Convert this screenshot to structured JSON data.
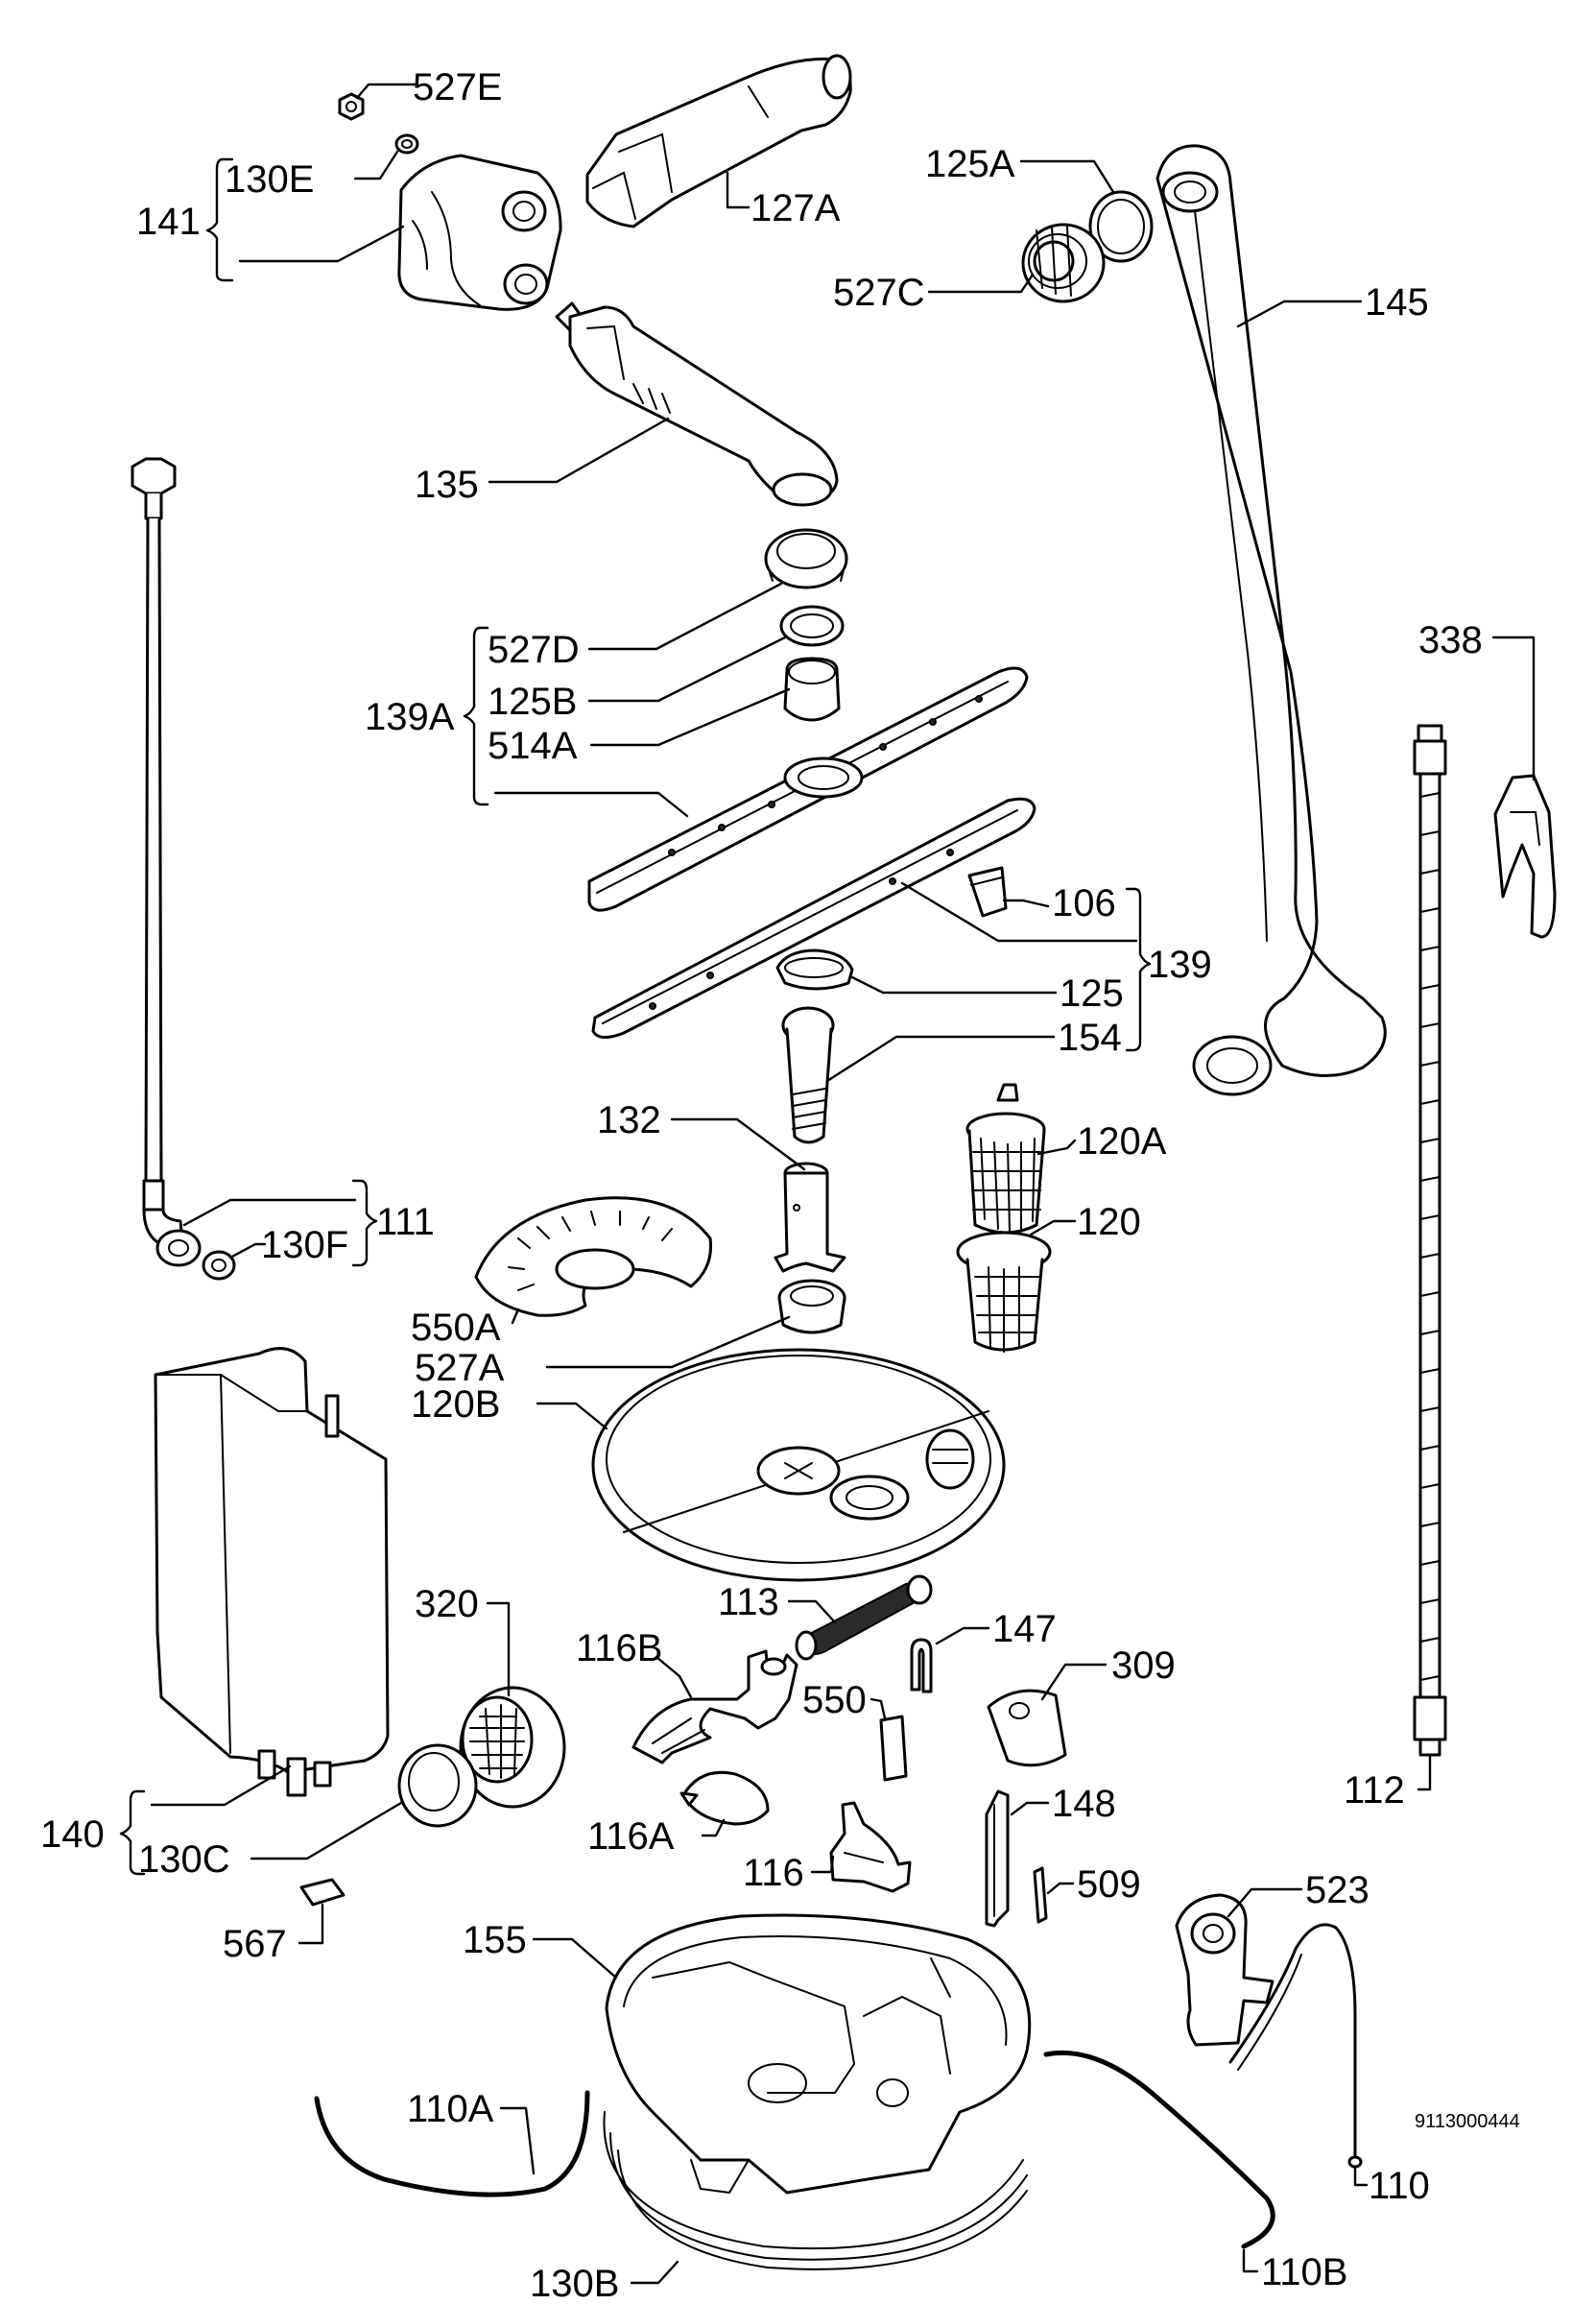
{
  "diagram": {
    "code": "9113000444",
    "labels": {
      "p527e": "527E",
      "p130e": "130E",
      "p141": "141",
      "p127a": "127A",
      "p125a": "125A",
      "p527c": "527C",
      "p145": "145",
      "p135": "135",
      "p527d": "527D",
      "p125b": "125B",
      "p139a": "139A",
      "p514a": "514A",
      "p338": "338",
      "p106": "106",
      "p139": "139",
      "p125": "125",
      "p154": "154",
      "p132": "132",
      "p120a": "120A",
      "p120": "120",
      "p111": "111",
      "p130f": "130F",
      "p550a": "550A",
      "p527a": "527A",
      "p120b": "120B",
      "p113": "113",
      "p320": "320",
      "p116b": "116B",
      "p147": "147",
      "p309": "309",
      "p550": "550",
      "p140": "140",
      "p130c": "130C",
      "p116a": "116A",
      "p116": "116",
      "p148": "148",
      "p112": "112",
      "p509": "509",
      "p523": "523",
      "p567": "567",
      "p155": "155",
      "p110a": "110A",
      "p110": "110",
      "p130b": "130B",
      "p110b": "110B"
    }
  }
}
